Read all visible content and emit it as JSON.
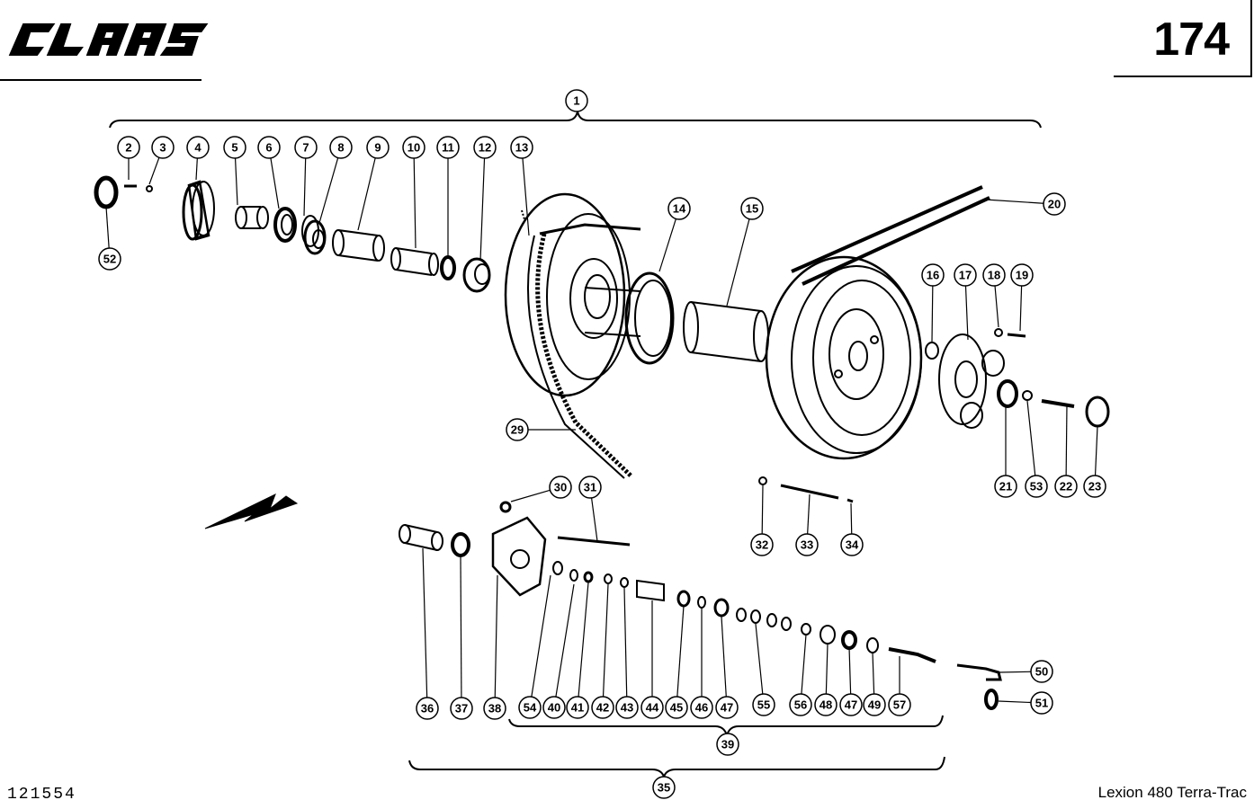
{
  "header": {
    "brand": "CLAAS",
    "page_number": "174"
  },
  "footer": {
    "drawing_number": "121554",
    "model": "Lexion 480 Terra-Trac"
  },
  "callouts": [
    "1",
    "2",
    "3",
    "4",
    "5",
    "6",
    "7",
    "8",
    "9",
    "10",
    "11",
    "12",
    "13",
    "14",
    "15",
    "16",
    "17",
    "18",
    "19",
    "20",
    "21",
    "22",
    "23",
    "29",
    "30",
    "31",
    "32",
    "33",
    "34",
    "35",
    "36",
    "37",
    "38",
    "39",
    "40",
    "41",
    "42",
    "43",
    "44",
    "45",
    "46",
    "47",
    "47",
    "48",
    "49",
    "50",
    "51",
    "52",
    "53",
    "54",
    "55",
    "56",
    "57"
  ]
}
